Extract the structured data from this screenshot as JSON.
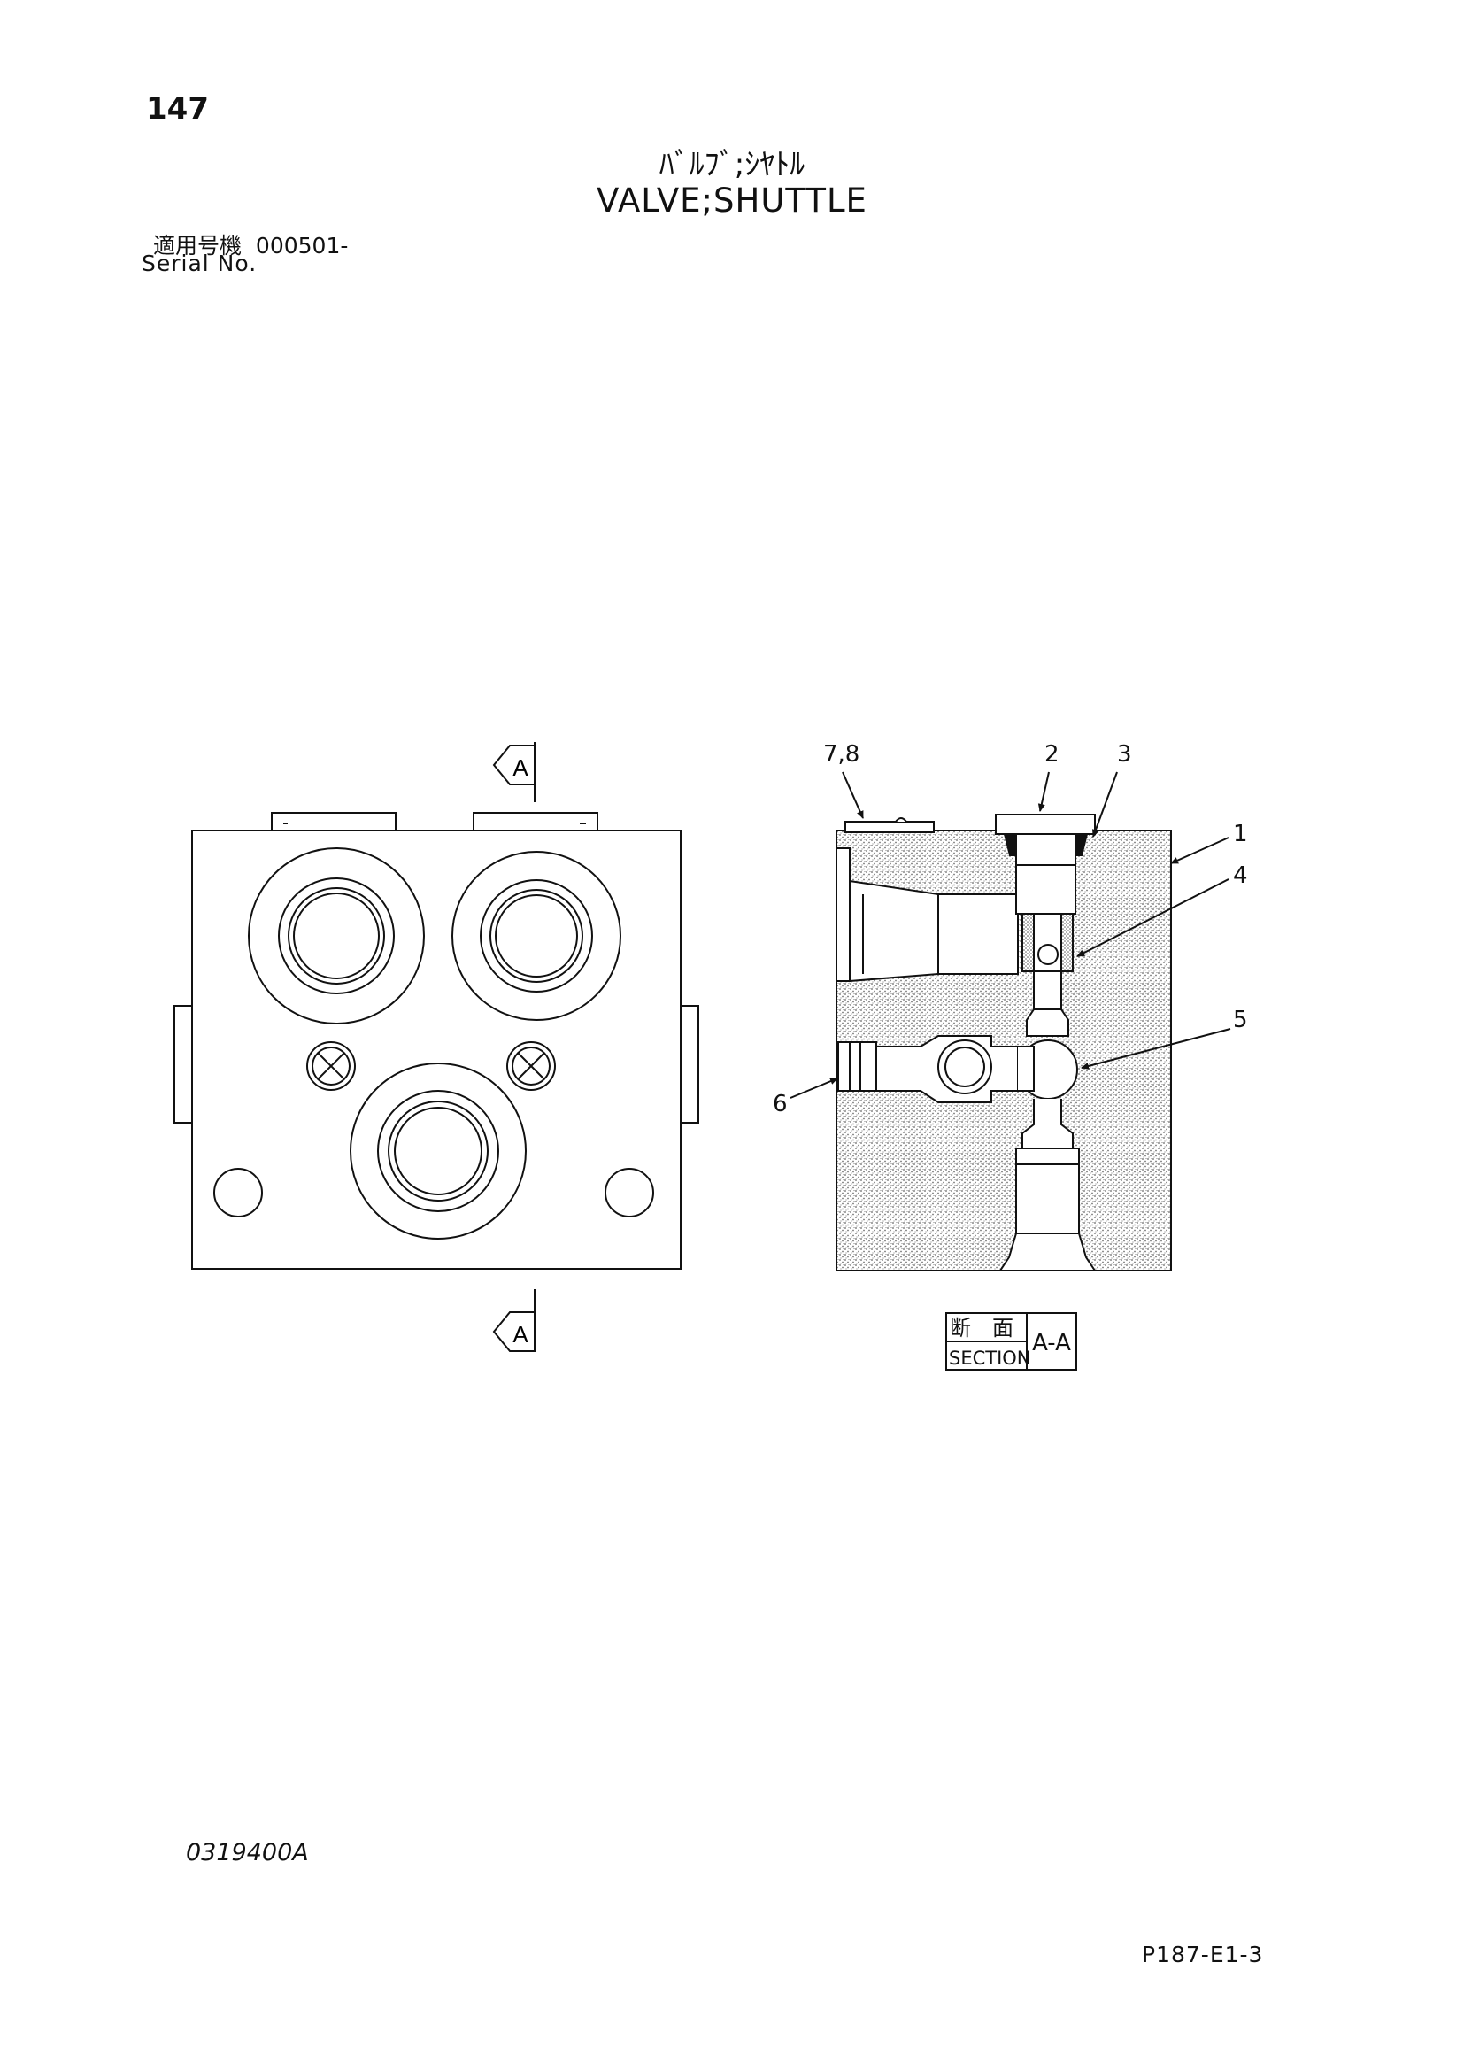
{
  "page_number": "147",
  "title_jp": "ﾊﾞﾙﾌﾞ;ｼﾔﾄﾙ",
  "title_en": "VALVE;SHUTTLE",
  "serial_label_jp": "適用号機",
  "serial_value": "000501-",
  "serial_label_en": "Serial No.",
  "view_marker": "A",
  "callouts": [
    "7,8",
    "2",
    "3",
    "1",
    "4",
    "5",
    "6"
  ],
  "section": {
    "label_jp": "断　面",
    "label_en": "SECTION",
    "id": "A-A"
  },
  "drawing_code": "0319400A",
  "page_code": "P187-E1-3"
}
